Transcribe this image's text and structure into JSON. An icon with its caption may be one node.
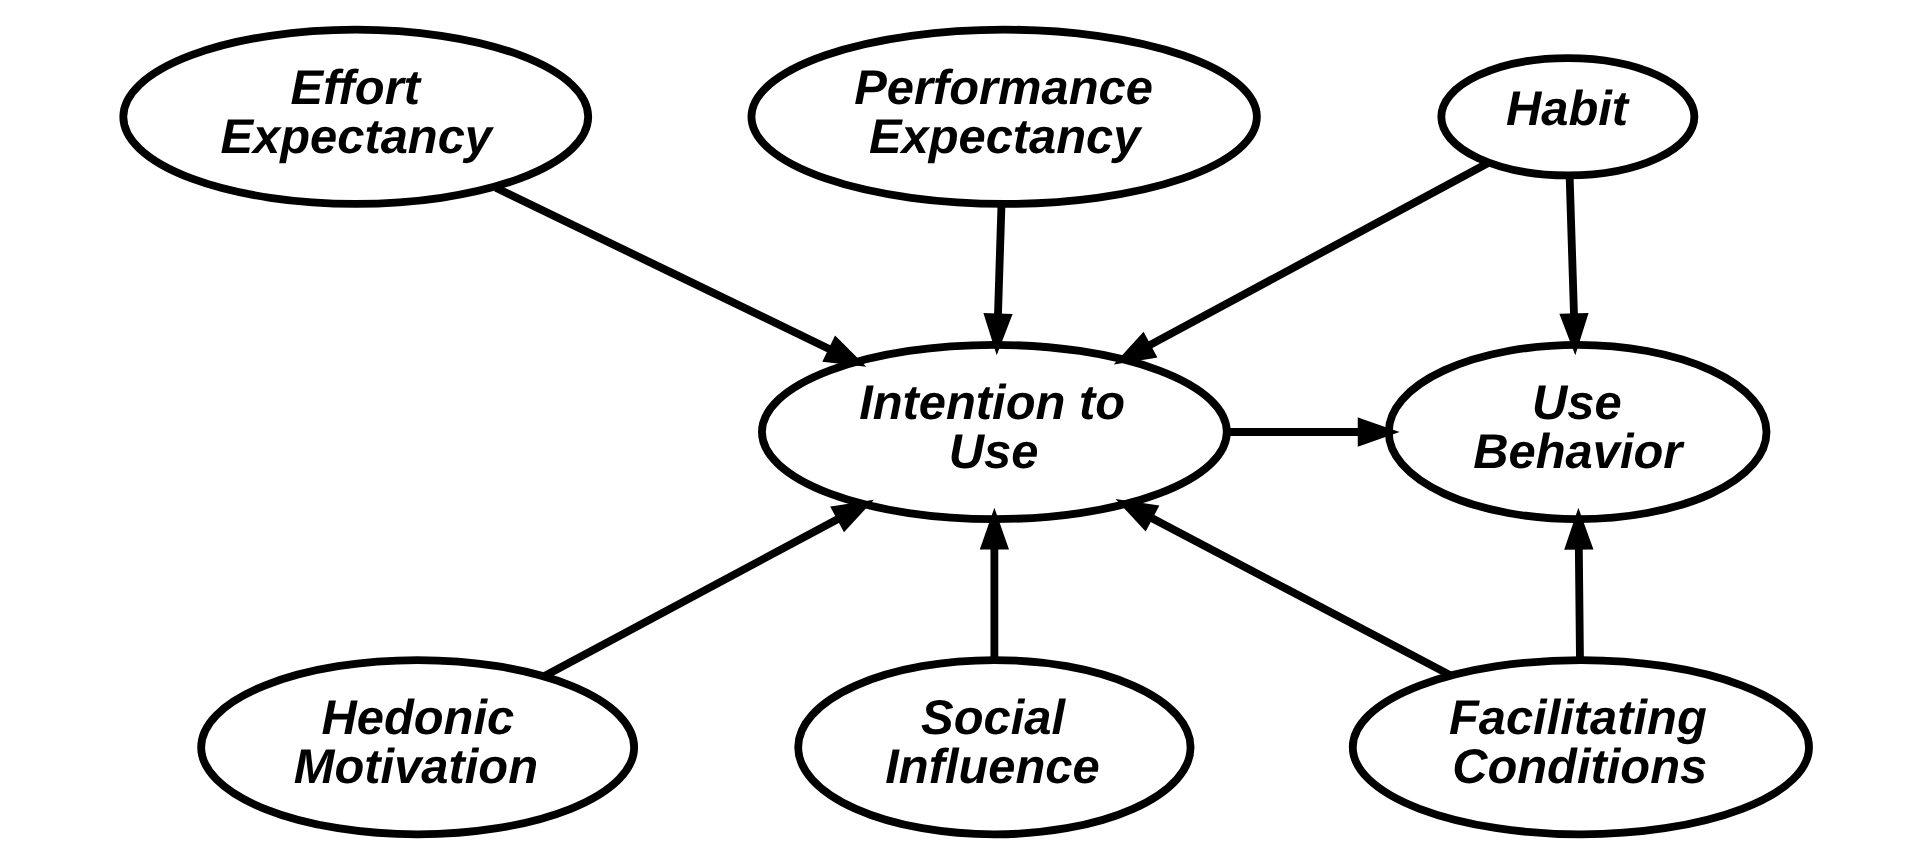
{
  "diagram": {
    "nodes": [
      {
        "text": [
          "Effort Expectancy"
        ]
      },
      {
        "text": [
          "Performance Expectancy"
        ]
      },
      {
        "text": [
          "Habit"
        ]
      },
      {
        "text": [
          "Intention to Use"
        ]
      },
      {
        "text": [
          "Use Behavior"
        ]
      },
      {
        "text": [
          "Hedonic Motivation"
        ]
      },
      {
        "text": [
          "Social Influence"
        ]
      },
      {
        "text": [
          "Facilitating Conditions"
        ]
      }
    ],
    "edges": [
      {
        "from": 0,
        "to": 3,
        "arrow": "to"
      },
      {
        "from": 1,
        "to": 3,
        "arrow": "to"
      },
      {
        "from": 2,
        "to": 3,
        "arrow": "to"
      },
      {
        "from": 2,
        "to": 4,
        "arrow": "to"
      },
      {
        "from": 3,
        "to": 4,
        "arrow": "to"
      },
      {
        "from": 5,
        "to": 3,
        "arrow": "to"
      },
      {
        "from": 6,
        "to": 3,
        "arrow": "to"
      },
      {
        "from": 7,
        "to": 3,
        "arrow": "to"
      },
      {
        "from": 7,
        "to": 4,
        "arrow": "to"
      }
    ]
  }
}
